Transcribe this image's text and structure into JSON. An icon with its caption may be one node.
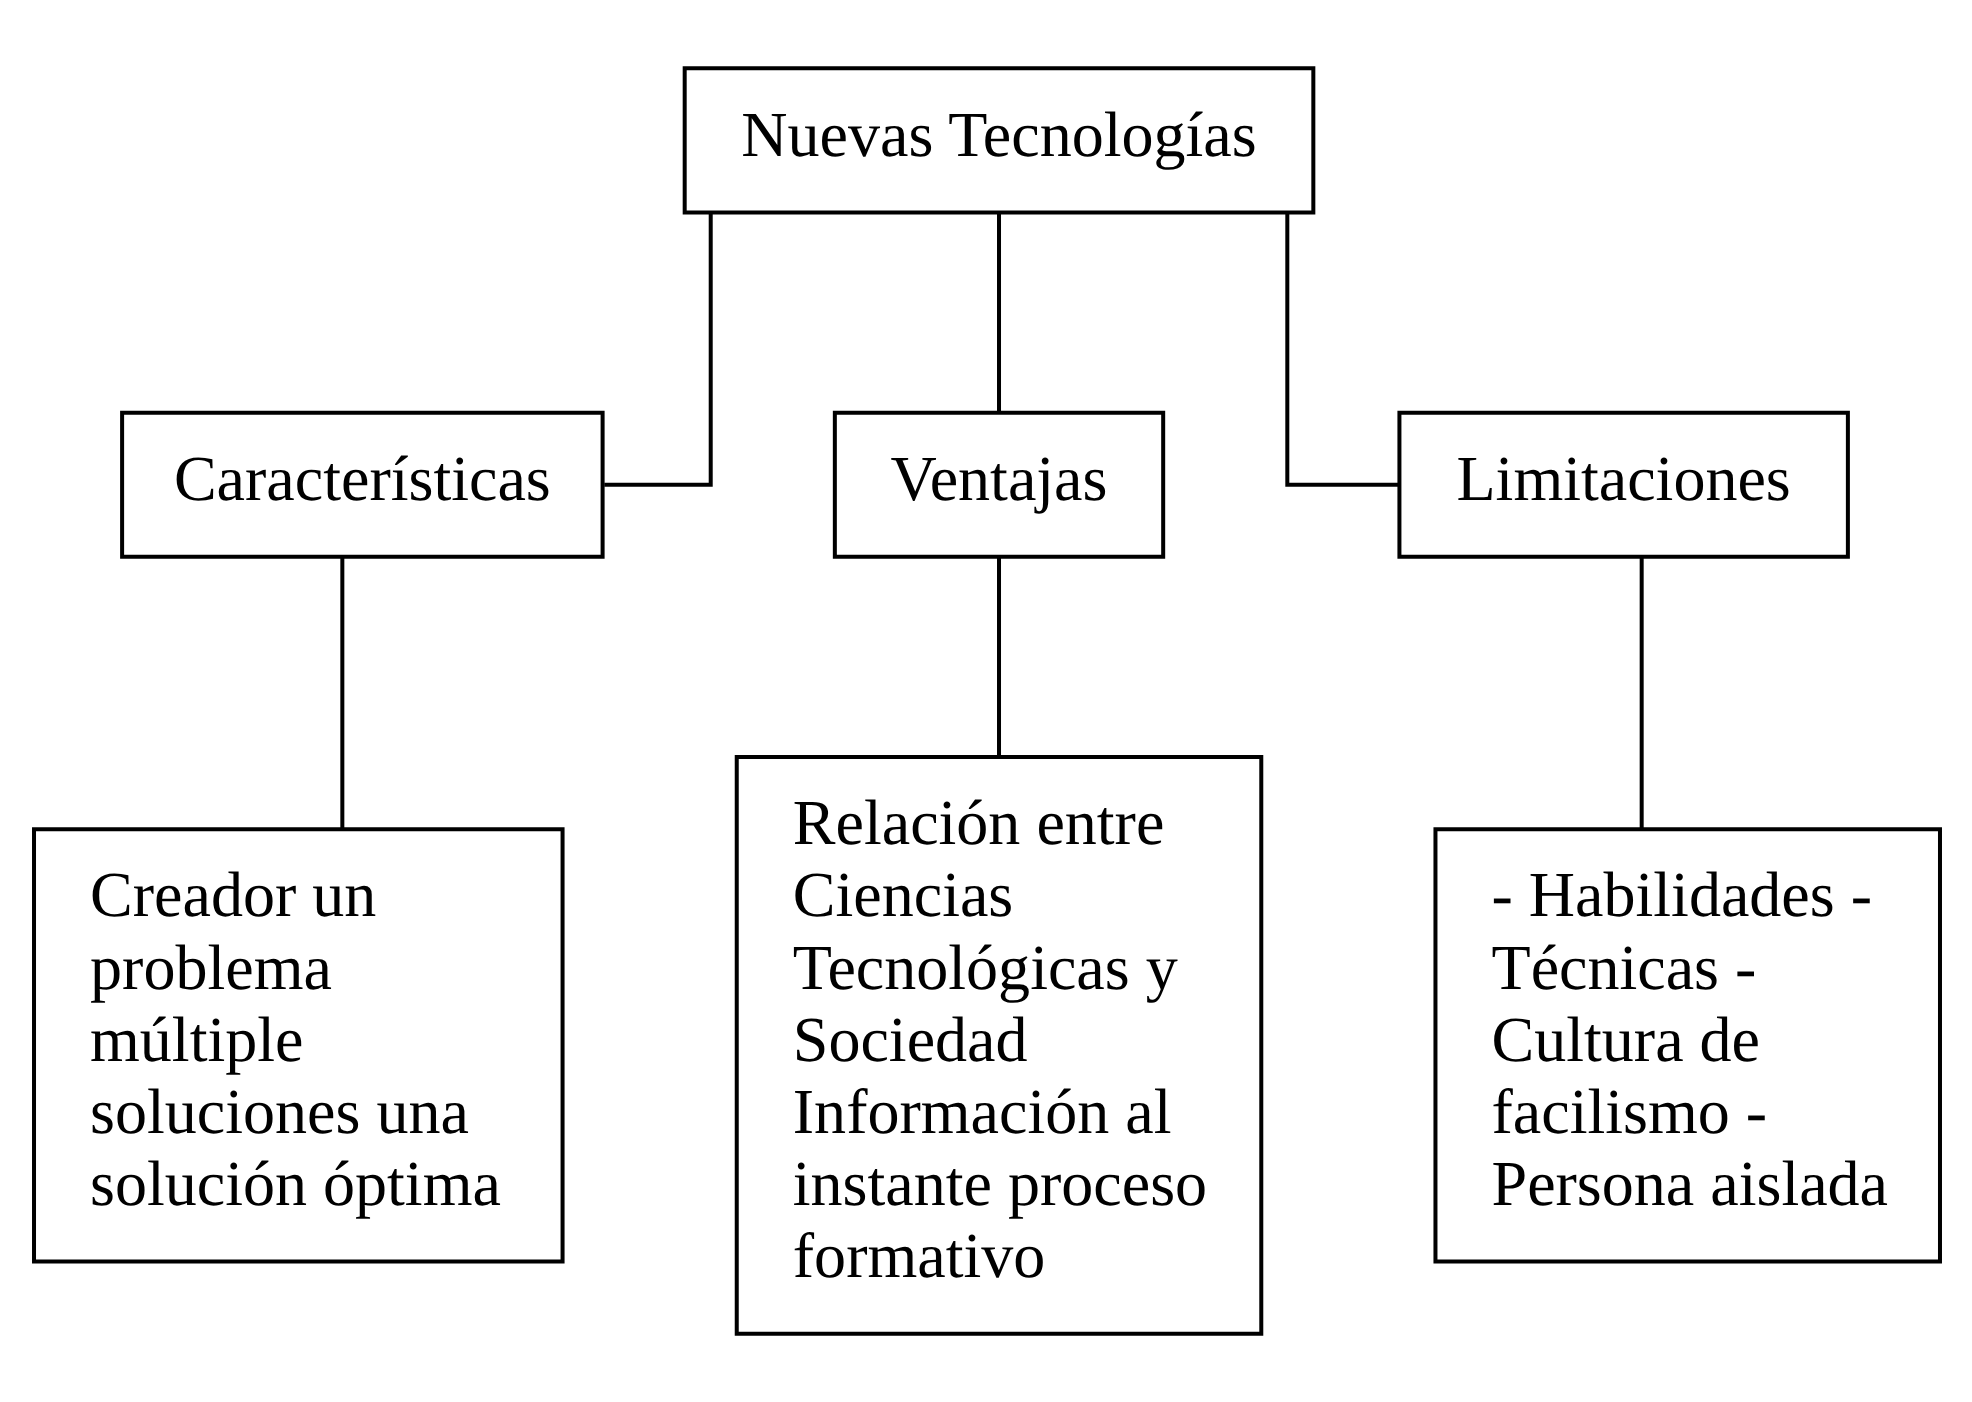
{
  "diagram": {
    "nodes": [
      {
        "text": [
          "Nuevas Tecnologías"
        ]
      },
      {
        "text": [
          "Características"
        ]
      },
      {
        "text": [
          "Ventajas"
        ]
      },
      {
        "text": [
          "Limitaciones"
        ]
      },
      {
        "text": [
          "Creador un problema múltiple soluciones una solución óptima"
        ]
      },
      {
        "text": [
          "Relación entre Ciencias Tecnológicas y Sociedad Información al instante proceso formativo"
        ]
      },
      {
        "text": [
          "- Habilidades - Técnicas - Cultura de facilismo - Persona aislada"
        ]
      }
    ],
    "edges": [
      {
        "from": 0,
        "to": 1,
        "arrow": "none"
      },
      {
        "from": 0,
        "to": 2,
        "arrow": "none"
      },
      {
        "from": 0,
        "to": 3,
        "arrow": "none"
      },
      {
        "from": 1,
        "to": 4,
        "arrow": "none"
      },
      {
        "from": 2,
        "to": 5,
        "arrow": "none"
      },
      {
        "from": 3,
        "to": 6,
        "arrow": "none"
      }
    ]
  }
}
